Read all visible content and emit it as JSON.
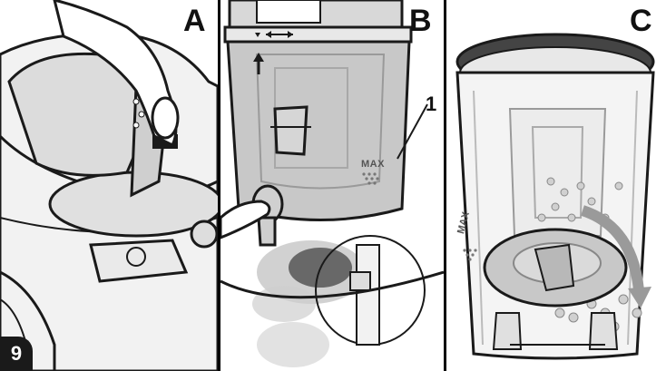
{
  "figure": {
    "step_number": "9",
    "panels": [
      {
        "label": "A"
      },
      {
        "label": "B",
        "callout": "1",
        "max_mark": "MAX"
      },
      {
        "label": "C",
        "max_mark": "MAX"
      }
    ]
  },
  "colors": {
    "line": "#1a1a1a",
    "container_gray": "#c8c8c8",
    "light_gray": "#e6e6e6",
    "badge": "#1a1a1a"
  },
  "icons": [
    "hand-icon",
    "arrow-up-icon",
    "double-arrow-icon",
    "curved-arrow-icon",
    "dust-particles-icon"
  ]
}
